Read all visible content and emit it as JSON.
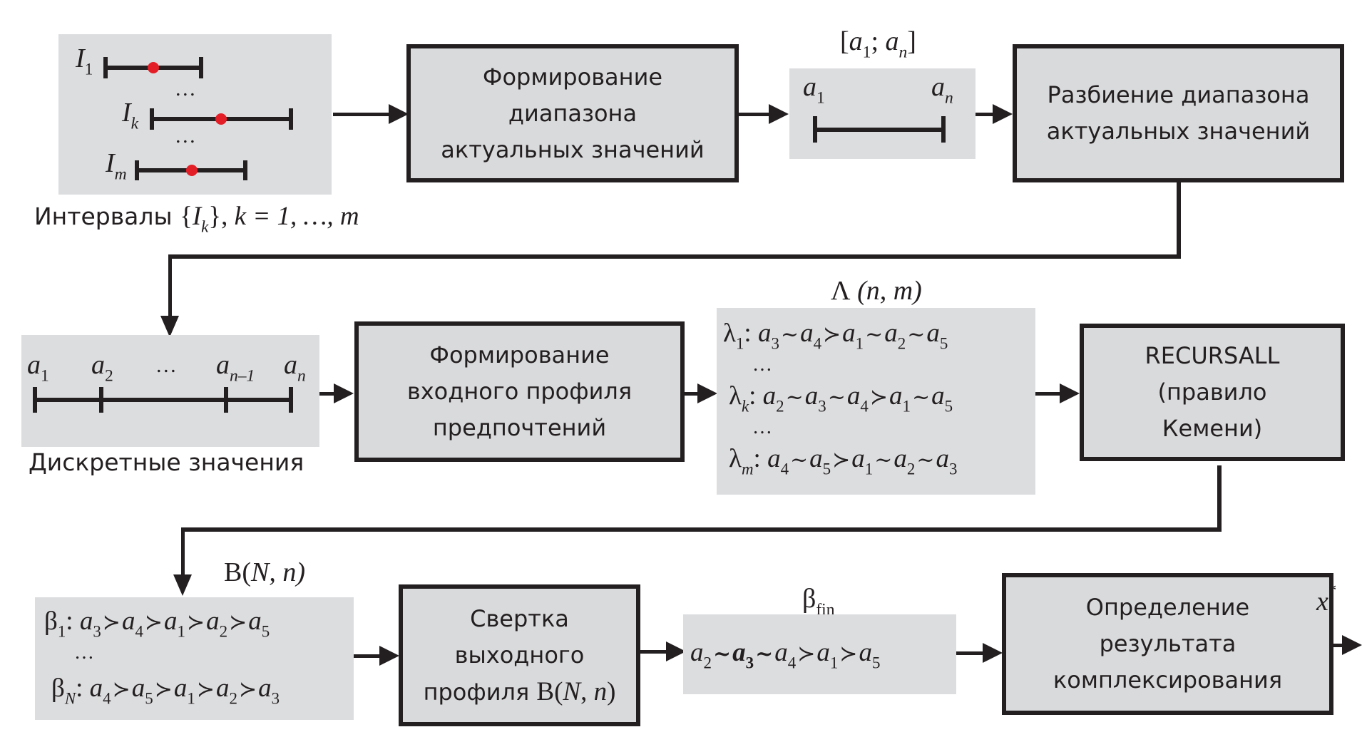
{
  "diagram": {
    "type": "flowchart",
    "colors": {
      "block_fill": "#d9dadc",
      "panel_fill": "#dcdddf",
      "stroke": "#231f20",
      "point": "#e41e26"
    },
    "intervals": {
      "items": [
        {
          "symbol": "I",
          "index": "1"
        },
        {
          "symbol": "I",
          "index": "k"
        },
        {
          "symbol": "I",
          "index": "m"
        }
      ],
      "ellipsis": "…",
      "caption_text": "Интервалы",
      "caption_math": "{I_k}, k = 1, …, m",
      "caption_set_open": "{",
      "caption_set_symbol": "I",
      "caption_set_index": "k",
      "caption_set_close": "},",
      "caption_range": "k = 1, …, m"
    },
    "blocks": [
      {
        "id": "range-formation",
        "lines": [
          "Формирование",
          "диапазона",
          "актуальных значений"
        ]
      },
      {
        "id": "range-partition",
        "lines": [
          "Разбиение диапазона",
          "актуальных значений"
        ]
      },
      {
        "id": "input-profile",
        "lines": [
          "Формирование",
          "входного профиля",
          "предпочтений"
        ]
      },
      {
        "id": "recursall",
        "lines": [
          "RECURSALL",
          "(правило",
          "Кемени)"
        ]
      },
      {
        "id": "output-convolution",
        "lines": [
          "Свертка",
          "выходного",
          "профиля"
        ],
        "math_suffix": "B(N, n)"
      },
      {
        "id": "result",
        "lines": [
          "Определение",
          "результата",
          "комплексирования"
        ]
      }
    ],
    "range": {
      "label": "[a1; an]",
      "label_open": "[",
      "label_sep": ";",
      "label_close": "]",
      "left": {
        "symbol": "a",
        "index": "1"
      },
      "right": {
        "symbol": "a",
        "index": "n"
      }
    },
    "discrete": {
      "points": [
        {
          "symbol": "a",
          "index": "1"
        },
        {
          "symbol": "a",
          "index": "2"
        },
        {
          "symbol": "…",
          "index": ""
        },
        {
          "symbol": "a",
          "index": "n–1"
        },
        {
          "symbol": "a",
          "index": "n"
        }
      ],
      "caption": "Дискретные значения"
    },
    "lambda_profile": {
      "label": "Λ (n, m)",
      "label_symbol": "Λ",
      "label_args": "(n, m)",
      "rows": [
        {
          "name": "λ",
          "index": "1",
          "relation": "a3 ~ a4 ≻ a1 ~ a2 ~ a5",
          "terms": [
            [
              "3",
              "~"
            ],
            [
              "4",
              "≻"
            ],
            [
              "1",
              "~"
            ],
            [
              "2",
              "~"
            ],
            [
              "5",
              ""
            ]
          ]
        },
        {
          "ellipsis": "…"
        },
        {
          "name": "λ",
          "index": "k",
          "relation": "a2 ~ a3 ~ a4 ≻ a1 ~ a5",
          "terms": [
            [
              "2",
              "~"
            ],
            [
              "3",
              "~"
            ],
            [
              "4",
              "≻"
            ],
            [
              "1",
              "~"
            ],
            [
              "5",
              ""
            ]
          ]
        },
        {
          "ellipsis": "…"
        },
        {
          "name": "λ",
          "index": "m",
          "relation": "a4 ~ a5 ≻ a1 ~ a2 ~ a3",
          "terms": [
            [
              "4",
              "~"
            ],
            [
              "5",
              "≻"
            ],
            [
              "1",
              "~"
            ],
            [
              "2",
              "~"
            ],
            [
              "3",
              ""
            ]
          ]
        }
      ]
    },
    "beta_profile": {
      "label": "B(N, n)",
      "label_symbol": "B",
      "label_args_open": "(",
      "label_arg1": "N",
      "label_args_rest": ", n)",
      "rows": [
        {
          "name": "β",
          "index": "1",
          "relation": "a3 ≻ a4 ≻ a1 ≻ a2 ≻ a5",
          "terms": [
            [
              "3",
              "≻"
            ],
            [
              "4",
              "≻"
            ],
            [
              "1",
              "≻"
            ],
            [
              "2",
              "≻"
            ],
            [
              "5",
              ""
            ]
          ]
        },
        {
          "ellipsis": "…"
        },
        {
          "name": "β",
          "index": "N",
          "relation": "a4 ≻ a5 ≻ a1 ≻ a2 ≻ a3",
          "terms": [
            [
              "4",
              "≻"
            ],
            [
              "5",
              "≻"
            ],
            [
              "1",
              "≻"
            ],
            [
              "2",
              "≻"
            ],
            [
              "3",
              ""
            ]
          ]
        }
      ]
    },
    "beta_final": {
      "label_symbol": "β",
      "label_index": "fin",
      "relation": "a2 ~ a3 ~ a4 ≻ a1 ≻ a5",
      "bold_term_index": "3",
      "terms": [
        [
          "2",
          "~"
        ],
        [
          "3",
          "~"
        ],
        [
          "4",
          "≻"
        ],
        [
          "1",
          "≻"
        ],
        [
          "5",
          ""
        ]
      ]
    },
    "output": {
      "symbol": "x",
      "superscript": "*"
    }
  }
}
